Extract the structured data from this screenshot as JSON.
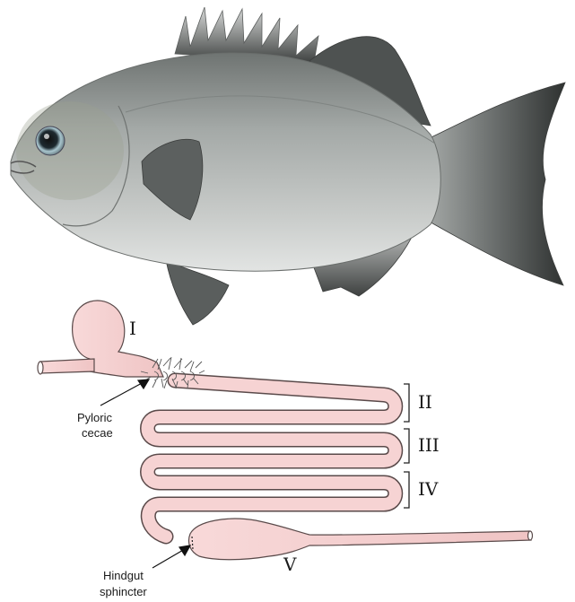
{
  "figure": {
    "subject": "fish",
    "regions": {
      "stomach": "I",
      "intestine_1": "II",
      "intestine_2": "III",
      "intestine_3": "IV",
      "hindgut": "V"
    },
    "callouts": {
      "pyloric_line1": "Pyloric",
      "pyloric_line2": "cecae",
      "hindgut_line1": "Hindgut",
      "hindgut_line2": "sphincter"
    },
    "colors": {
      "fish_body": "#a8adab",
      "fish_fin": "#4a4d4c",
      "gut_fill": "#f6d3d3",
      "gut_stroke": "#5a4a4a",
      "cecae_stroke": "#555555"
    }
  }
}
